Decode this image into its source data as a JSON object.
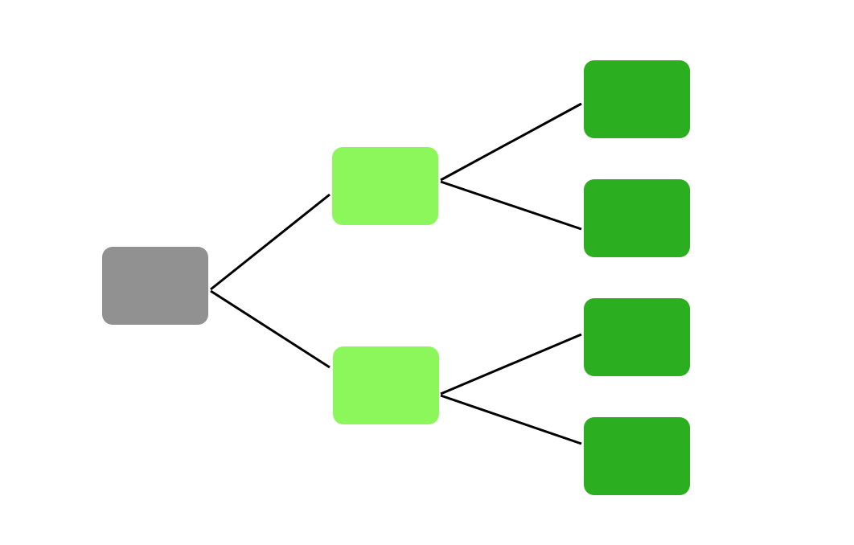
{
  "diagram": {
    "type": "tree",
    "colors": {
      "root": "#919191",
      "mid": "#8cf75a",
      "leaf": "#2bae20",
      "connector": "#000000",
      "background": "#ffffff"
    },
    "nodes": [
      {
        "id": "root",
        "level": 0,
        "label": ""
      },
      {
        "id": "mid-top",
        "level": 1,
        "label": ""
      },
      {
        "id": "mid-bottom",
        "level": 1,
        "label": ""
      },
      {
        "id": "leaf-1",
        "level": 2,
        "label": ""
      },
      {
        "id": "leaf-2",
        "level": 2,
        "label": ""
      },
      {
        "id": "leaf-3",
        "level": 2,
        "label": ""
      },
      {
        "id": "leaf-4",
        "level": 2,
        "label": ""
      }
    ],
    "edges": [
      {
        "from": "root",
        "to": "mid-top"
      },
      {
        "from": "root",
        "to": "mid-bottom"
      },
      {
        "from": "mid-top",
        "to": "leaf-1"
      },
      {
        "from": "mid-top",
        "to": "leaf-2"
      },
      {
        "from": "mid-bottom",
        "to": "leaf-3"
      },
      {
        "from": "mid-bottom",
        "to": "leaf-4"
      }
    ]
  }
}
